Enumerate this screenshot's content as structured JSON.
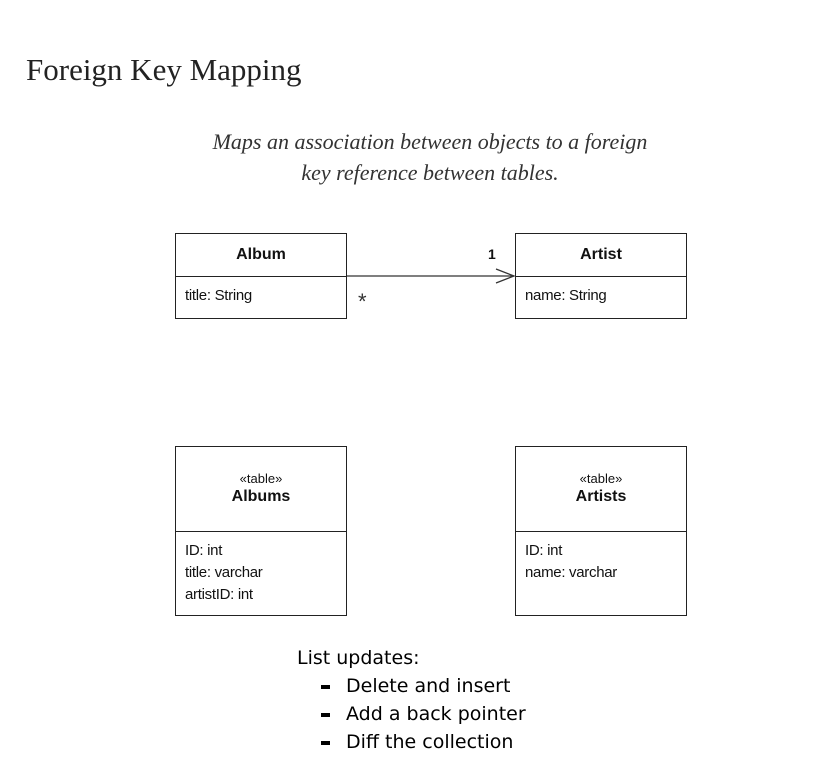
{
  "title": "Foreign Key Mapping",
  "subtitle": {
    "line1": "Maps an association between objects to a foreign",
    "line2": "key reference between tables."
  },
  "object_model": {
    "album": {
      "name": "Album",
      "attributes": [
        "title: String"
      ]
    },
    "artist": {
      "name": "Artist",
      "attributes": [
        "name: String"
      ]
    },
    "association": {
      "source_multiplicity": "*",
      "target_multiplicity": "1"
    }
  },
  "table_model": {
    "albums": {
      "stereotype": "«table»",
      "name": "Albums",
      "columns": [
        "ID: int",
        "title: varchar",
        "artistID: int"
      ]
    },
    "artists": {
      "stereotype": "«table»",
      "name": "Artists",
      "columns": [
        "ID: int",
        "name: varchar"
      ]
    }
  },
  "notes": {
    "heading": "List updates:",
    "items": [
      "Delete and insert",
      "Add a back pointer",
      "Diff the collection"
    ]
  }
}
